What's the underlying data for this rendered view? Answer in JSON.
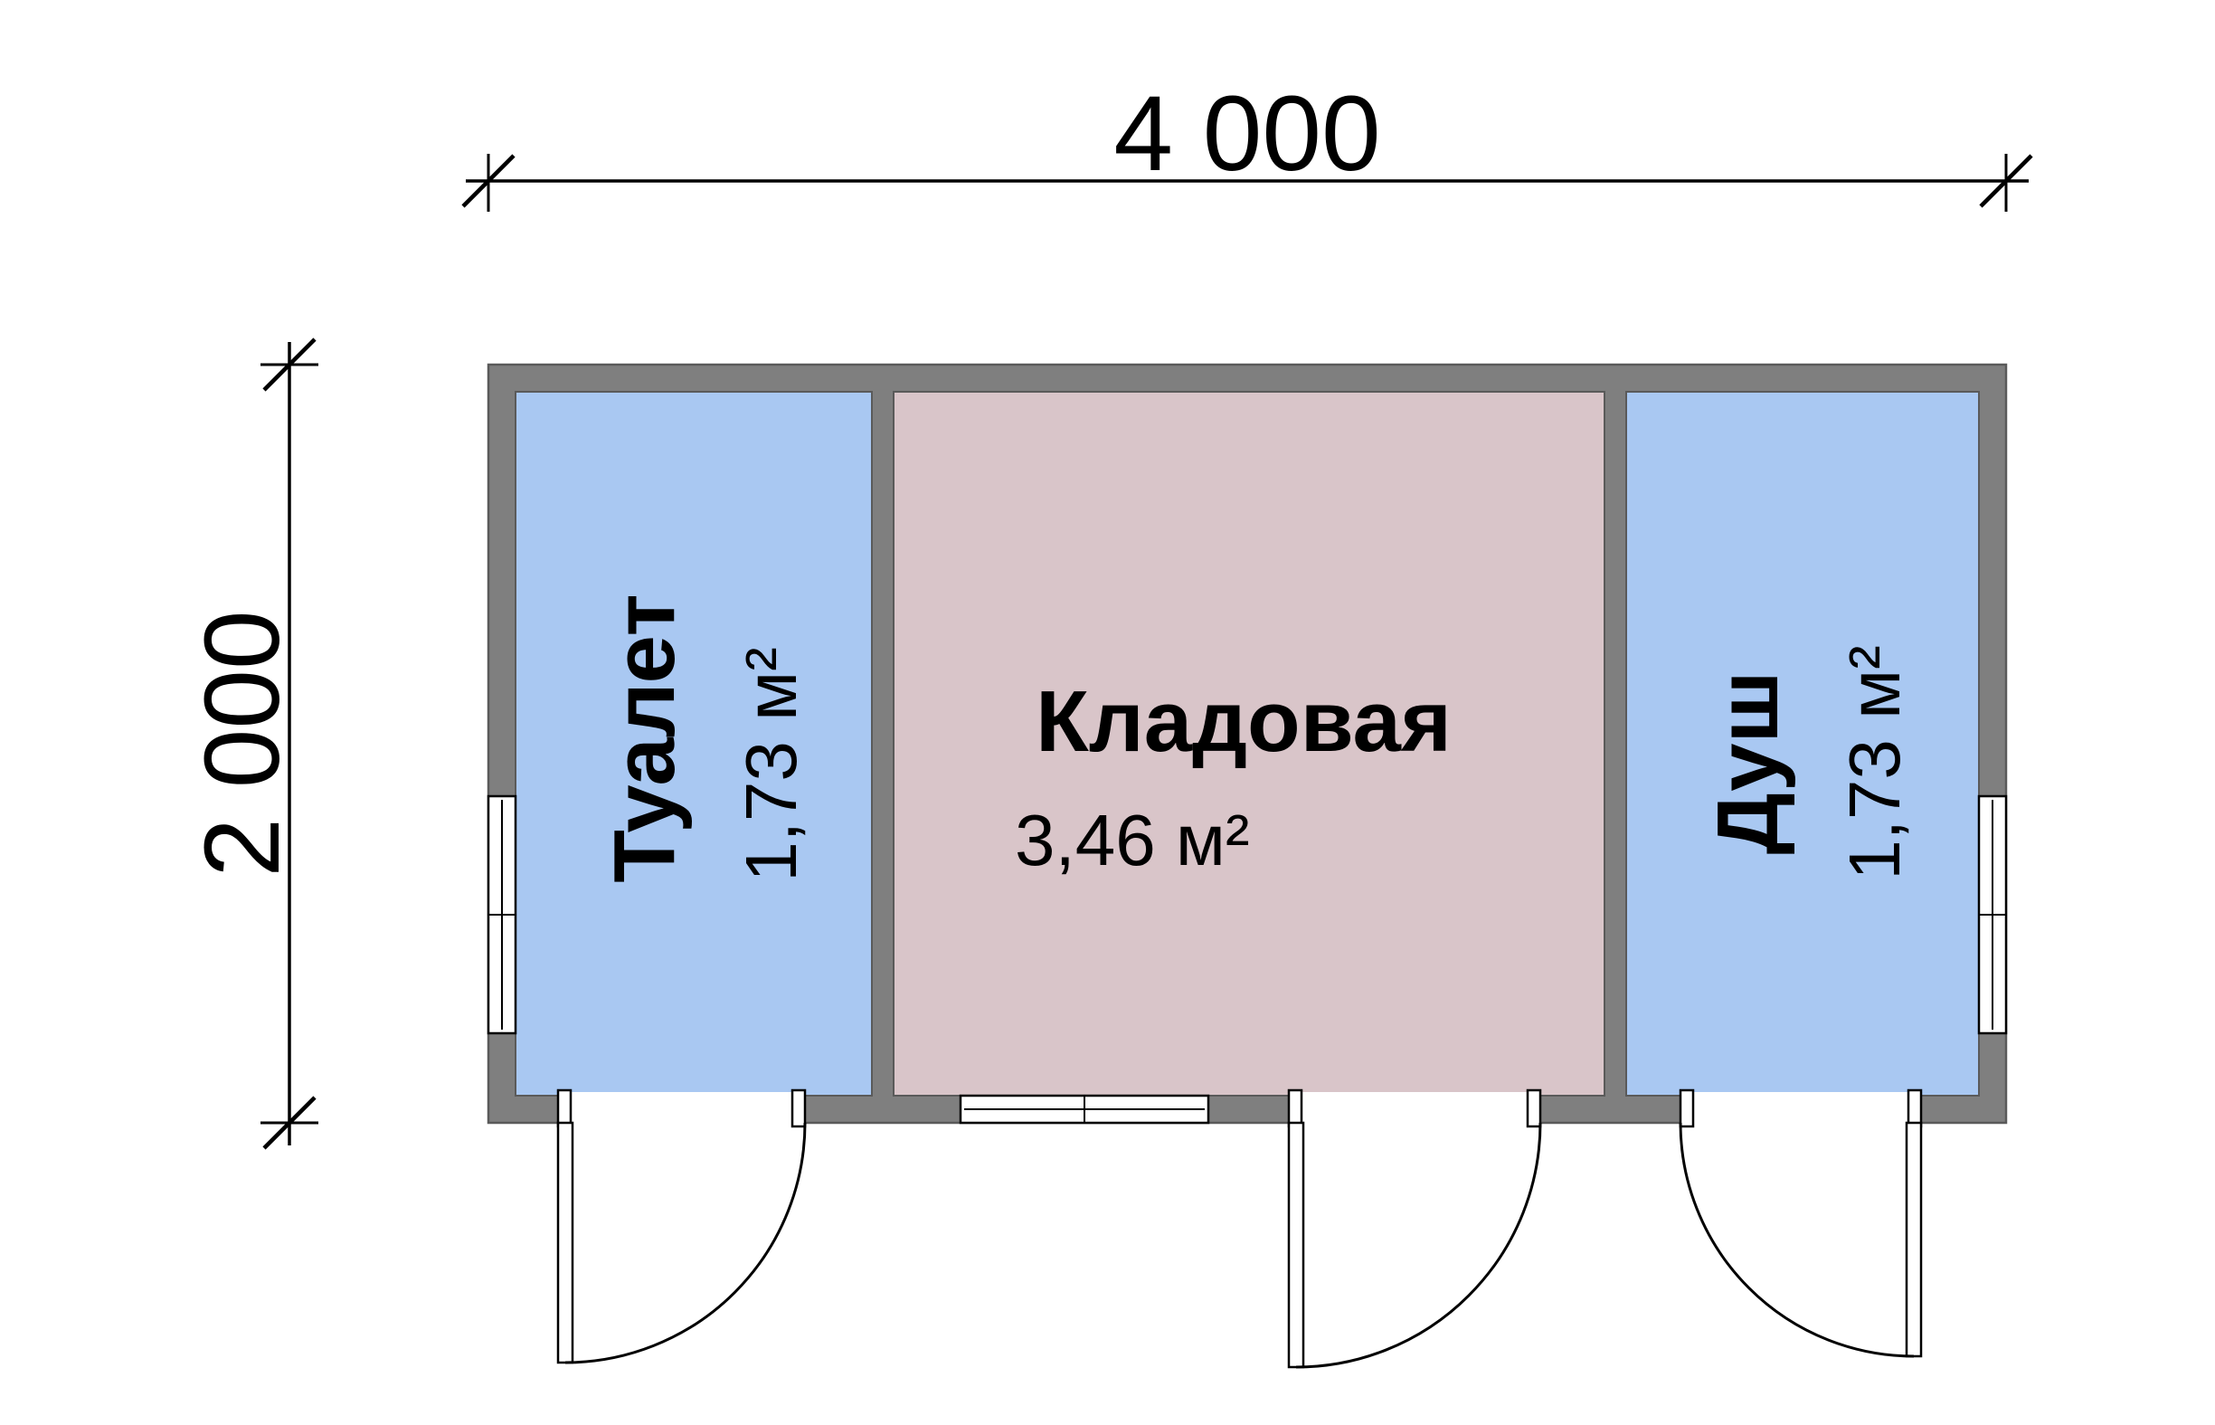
{
  "plan": {
    "dim_width": "4 000",
    "dim_height": "2 000",
    "rooms": {
      "toilet": {
        "name": "Туалет",
        "area": "1,73 м²"
      },
      "storage": {
        "name": "Кладовая",
        "area": "3,46 м²"
      },
      "shower": {
        "name": "Душ",
        "area": "1,73 м²"
      }
    },
    "colors": {
      "wall": "#7f7f7f",
      "wall_edge": "#5a5a5a",
      "room_blue": "#a9c8f2",
      "room_pink": "#d9c5c9",
      "line": "#000000",
      "background": "#ffffff"
    }
  }
}
